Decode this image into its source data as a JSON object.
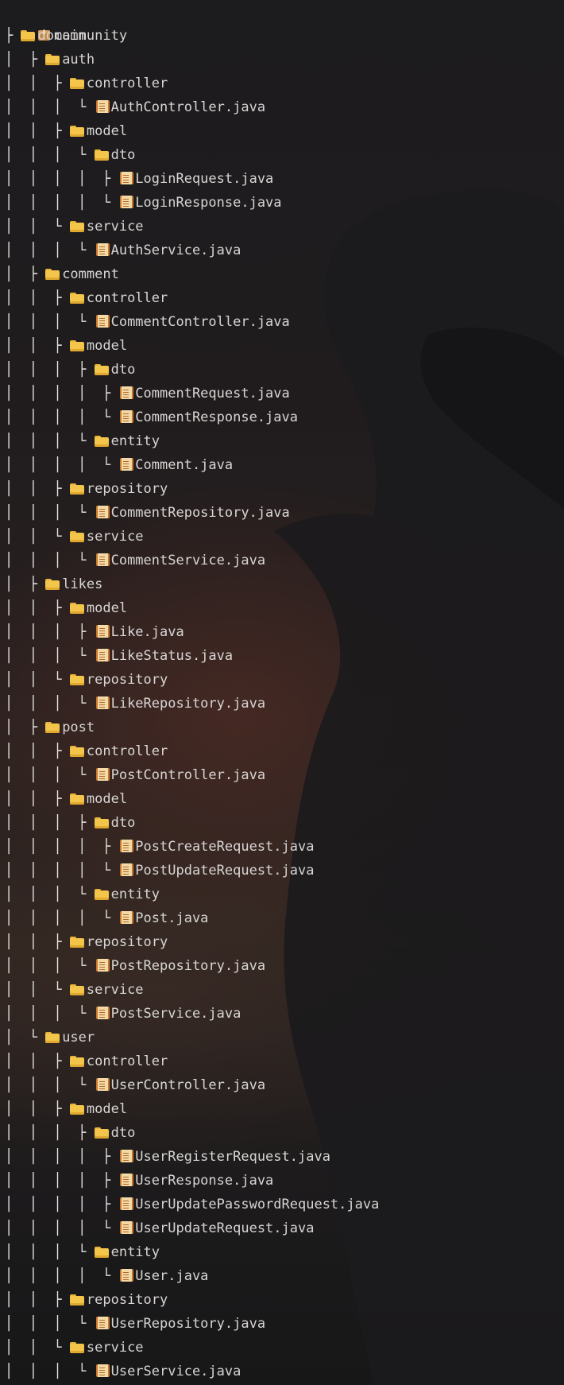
{
  "root": {
    "label": "community",
    "icon": "package-icon"
  },
  "rows": [
    {
      "prefix": "├ ",
      "label": "domain",
      "kind": "folder"
    },
    {
      "prefix": "│  ├ ",
      "label": "auth",
      "kind": "folder"
    },
    {
      "prefix": "│  │  ├ ",
      "label": "controller",
      "kind": "folder"
    },
    {
      "prefix": "│  │  │  └ ",
      "label": "AuthController.java",
      "kind": "file"
    },
    {
      "prefix": "│  │  ├ ",
      "label": "model",
      "kind": "folder"
    },
    {
      "prefix": "│  │  │  └ ",
      "label": "dto",
      "kind": "folder"
    },
    {
      "prefix": "│  │  │  │  ├ ",
      "label": "LoginRequest.java",
      "kind": "file"
    },
    {
      "prefix": "│  │  │  │  └ ",
      "label": "LoginResponse.java",
      "kind": "file"
    },
    {
      "prefix": "│  │  └ ",
      "label": "service",
      "kind": "folder"
    },
    {
      "prefix": "│  │  │  └ ",
      "label": "AuthService.java",
      "kind": "file"
    },
    {
      "prefix": "│  ├ ",
      "label": "comment",
      "kind": "folder"
    },
    {
      "prefix": "│  │  ├ ",
      "label": "controller",
      "kind": "folder"
    },
    {
      "prefix": "│  │  │  └ ",
      "label": "CommentController.java",
      "kind": "file"
    },
    {
      "prefix": "│  │  ├ ",
      "label": "model",
      "kind": "folder"
    },
    {
      "prefix": "│  │  │  ├ ",
      "label": "dto",
      "kind": "folder"
    },
    {
      "prefix": "│  │  │  │  ├ ",
      "label": "CommentRequest.java",
      "kind": "file"
    },
    {
      "prefix": "│  │  │  │  └ ",
      "label": "CommentResponse.java",
      "kind": "file"
    },
    {
      "prefix": "│  │  │  └ ",
      "label": "entity",
      "kind": "folder"
    },
    {
      "prefix": "│  │  │  │  └ ",
      "label": "Comment.java",
      "kind": "file"
    },
    {
      "prefix": "│  │  ├ ",
      "label": "repository",
      "kind": "folder"
    },
    {
      "prefix": "│  │  │  └ ",
      "label": "CommentRepository.java",
      "kind": "file"
    },
    {
      "prefix": "│  │  └ ",
      "label": "service",
      "kind": "folder"
    },
    {
      "prefix": "│  │  │  └ ",
      "label": "CommentService.java",
      "kind": "file"
    },
    {
      "prefix": "│  ├ ",
      "label": "likes",
      "kind": "folder"
    },
    {
      "prefix": "│  │  ├ ",
      "label": "model",
      "kind": "folder"
    },
    {
      "prefix": "│  │  │  ├ ",
      "label": "Like.java",
      "kind": "file"
    },
    {
      "prefix": "│  │  │  └ ",
      "label": "LikeStatus.java",
      "kind": "file"
    },
    {
      "prefix": "│  │  └ ",
      "label": "repository",
      "kind": "folder"
    },
    {
      "prefix": "│  │  │  └ ",
      "label": "LikeRepository.java",
      "kind": "file"
    },
    {
      "prefix": "│  ├ ",
      "label": "post",
      "kind": "folder"
    },
    {
      "prefix": "│  │  ├ ",
      "label": "controller",
      "kind": "folder"
    },
    {
      "prefix": "│  │  │  └ ",
      "label": "PostController.java",
      "kind": "file"
    },
    {
      "prefix": "│  │  ├ ",
      "label": "model",
      "kind": "folder"
    },
    {
      "prefix": "│  │  │  ├ ",
      "label": "dto",
      "kind": "folder"
    },
    {
      "prefix": "│  │  │  │  ├ ",
      "label": "PostCreateRequest.java",
      "kind": "file"
    },
    {
      "prefix": "│  │  │  │  └ ",
      "label": "PostUpdateRequest.java",
      "kind": "file"
    },
    {
      "prefix": "│  │  │  └ ",
      "label": "entity",
      "kind": "folder"
    },
    {
      "prefix": "│  │  │  │  └ ",
      "label": "Post.java",
      "kind": "file"
    },
    {
      "prefix": "│  │  ├ ",
      "label": "repository",
      "kind": "folder"
    },
    {
      "prefix": "│  │  │  └ ",
      "label": "PostRepository.java",
      "kind": "file"
    },
    {
      "prefix": "│  │  └ ",
      "label": "service",
      "kind": "folder"
    },
    {
      "prefix": "│  │  │  └ ",
      "label": "PostService.java",
      "kind": "file"
    },
    {
      "prefix": "│  └ ",
      "label": "user",
      "kind": "folder"
    },
    {
      "prefix": "│  │  ├ ",
      "label": "controller",
      "kind": "folder"
    },
    {
      "prefix": "│  │  │  └ ",
      "label": "UserController.java",
      "kind": "file"
    },
    {
      "prefix": "│  │  ├ ",
      "label": "model",
      "kind": "folder"
    },
    {
      "prefix": "│  │  │  ├ ",
      "label": "dto",
      "kind": "folder"
    },
    {
      "prefix": "│  │  │  │  ├ ",
      "label": "UserRegisterRequest.java",
      "kind": "file"
    },
    {
      "prefix": "│  │  │  │  ├ ",
      "label": "UserResponse.java",
      "kind": "file"
    },
    {
      "prefix": "│  │  │  │  ├ ",
      "label": "UserUpdatePasswordRequest.java",
      "kind": "file"
    },
    {
      "prefix": "│  │  │  │  └ ",
      "label": "UserUpdateRequest.java",
      "kind": "file"
    },
    {
      "prefix": "│  │  │  └ ",
      "label": "entity",
      "kind": "folder"
    },
    {
      "prefix": "│  │  │  │  └ ",
      "label": "User.java",
      "kind": "file"
    },
    {
      "prefix": "│  │  ├ ",
      "label": "repository",
      "kind": "folder"
    },
    {
      "prefix": "│  │  │  └ ",
      "label": "UserRepository.java",
      "kind": "file"
    },
    {
      "prefix": "│  │  └ ",
      "label": "service",
      "kind": "folder"
    },
    {
      "prefix": "│  │  │  └ ",
      "label": "UserService.java",
      "kind": "file"
    }
  ],
  "colors": {
    "folder": "#f3c54b",
    "file": "#f2d9a5",
    "text": "#d8d6d4",
    "guide": "#e6e4e2"
  }
}
